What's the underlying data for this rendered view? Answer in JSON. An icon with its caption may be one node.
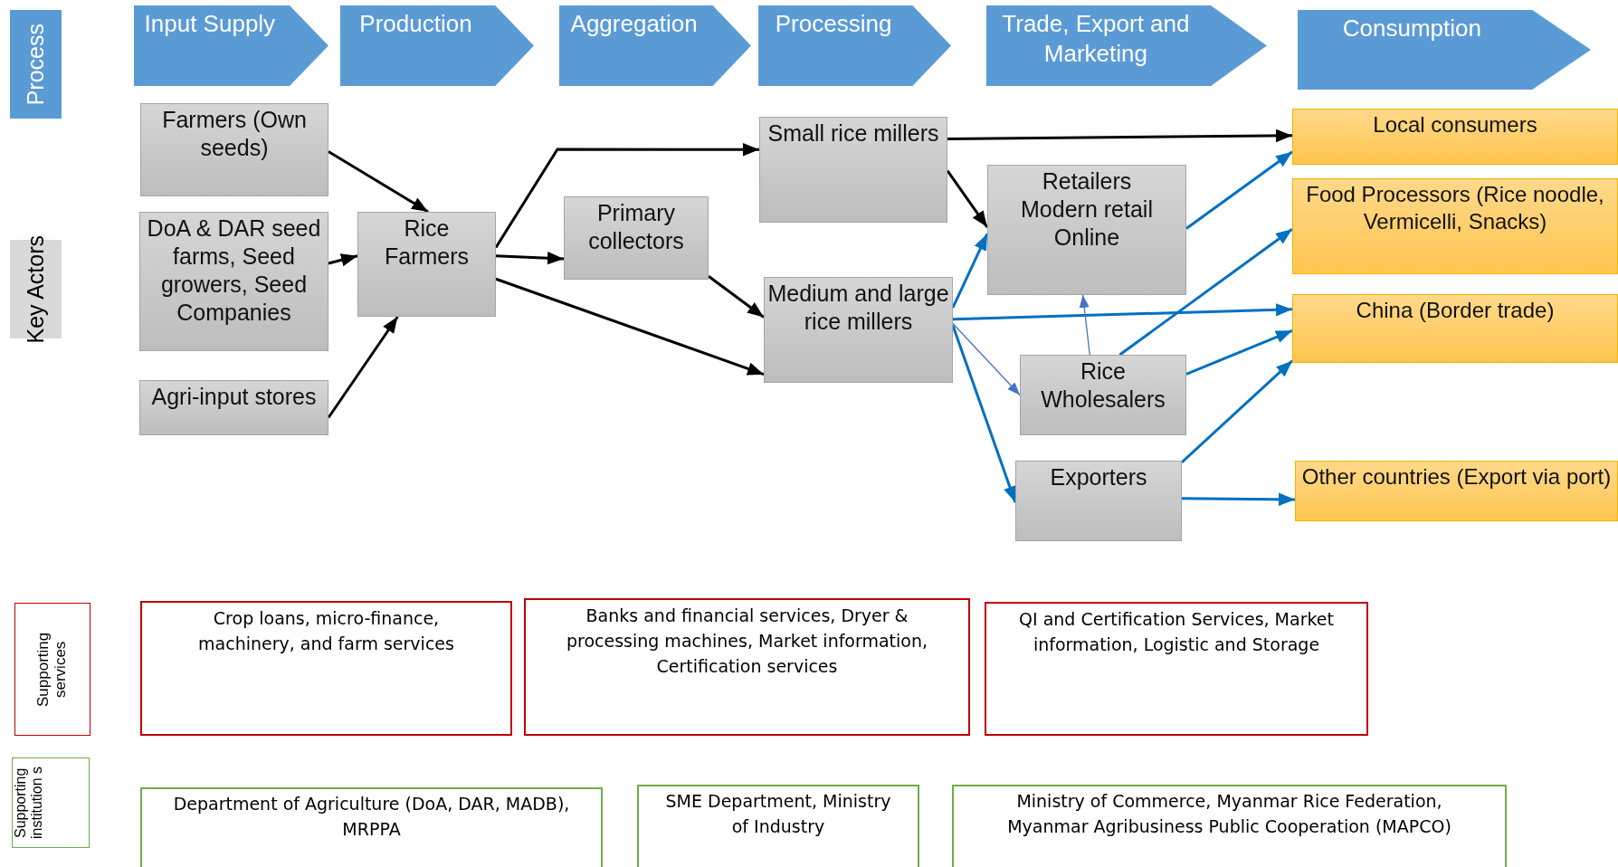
{
  "diagram": {
    "nodes": [
      {
        "text": [
          "Process"
        ]
      },
      {
        "text": [
          "Key Actors"
        ]
      },
      {
        "text": [
          "Input Supply"
        ]
      },
      {
        "text": [
          "Production"
        ]
      },
      {
        "text": [
          "Aggregation"
        ]
      },
      {
        "text": [
          "Processing"
        ]
      },
      {
        "text": [
          "Trade, Export and Marketing"
        ]
      },
      {
        "text": [
          "Consumption"
        ]
      },
      {
        "text": [
          "Farmers (Own seeds)"
        ]
      },
      {
        "text": [
          "DoA & DAR seed farms, Seed growers, Seed Companies"
        ]
      },
      {
        "text": [
          "Agri-input stores"
        ]
      },
      {
        "text": [
          "Rice Farmers"
        ]
      },
      {
        "text": [
          "Primary collectors"
        ]
      },
      {
        "text": [
          "Small rice millers"
        ]
      },
      {
        "text": [
          "Medium and large rice millers"
        ]
      },
      {
        "text": [
          "Retailers Modern retail Online"
        ]
      },
      {
        "text": [
          "Rice Wholesalers"
        ]
      },
      {
        "text": [
          "Exporters"
        ]
      },
      {
        "text": [
          "Local consumers"
        ]
      },
      {
        "text": [
          "Food Processors (Rice noodle, Vermicelli, Snacks)"
        ]
      },
      {
        "text": [
          "China (Border trade)"
        ]
      },
      {
        "text": [
          "Other countries (Export via port)"
        ]
      },
      {
        "text": [
          "Supporting services"
        ]
      },
      {
        "text": [
          "Crop loans, micro-finance, machinery, and farm services"
        ]
      },
      {
        "text": [
          "Banks and financial services, Dryer & processing machines, Market information, Certification services"
        ]
      },
      {
        "text": [
          "QI and Certification Services, Market information, Logistic and Storage"
        ]
      },
      {
        "text": [
          "Supporting institution s"
        ]
      },
      {
        "text": [
          "Department of Agriculture (DoA, DAR, MADB), MRPPA"
        ]
      },
      {
        "text": [
          "SME Department, Ministry of Industry"
        ]
      },
      {
        "text": [
          "Ministry of Commerce, Myanmar Rice Federation, Myanmar Agribusiness Public Cooperation (MAPCO)"
        ]
      }
    ],
    "edges": [
      {
        "from": 8,
        "to": 11,
        "arrow": "to",
        "color": "#000000"
      },
      {
        "from": 9,
        "to": 11,
        "arrow": "to",
        "color": "#000000"
      },
      {
        "from": 10,
        "to": 11,
        "arrow": "to",
        "color": "#000000"
      },
      {
        "from": 11,
        "to": 13,
        "arrow": "to",
        "color": "#000000"
      },
      {
        "from": 11,
        "to": 12,
        "arrow": "to",
        "color": "#000000"
      },
      {
        "from": 11,
        "to": 14,
        "arrow": "to",
        "color": "#000000"
      },
      {
        "from": 12,
        "to": 14,
        "arrow": "to",
        "color": "#000000"
      },
      {
        "from": 13,
        "to": 18,
        "arrow": "to",
        "color": "#000000"
      },
      {
        "from": 13,
        "to": 15,
        "arrow": "to",
        "color": "#000000"
      },
      {
        "from": 14,
        "to": 15,
        "arrow": "to",
        "color": "#0070c0"
      },
      {
        "from": 14,
        "to": 20,
        "arrow": "to",
        "color": "#0070c0"
      },
      {
        "from": 14,
        "to": 16,
        "arrow": "to",
        "color": "#4472c4"
      },
      {
        "from": 14,
        "to": 17,
        "arrow": "to",
        "color": "#0070c0"
      },
      {
        "from": 16,
        "to": 15,
        "arrow": "to",
        "color": "#4472c4"
      },
      {
        "from": 15,
        "to": 18,
        "arrow": "to",
        "color": "#0070c0"
      },
      {
        "from": 16,
        "to": 19,
        "arrow": "to",
        "color": "#0070c0"
      },
      {
        "from": 16,
        "to": 20,
        "arrow": "to",
        "color": "#0070c0"
      },
      {
        "from": 17,
        "to": 20,
        "arrow": "to",
        "color": "#0070c0"
      },
      {
        "from": 17,
        "to": 21,
        "arrow": "to",
        "color": "#0070c0"
      }
    ]
  }
}
